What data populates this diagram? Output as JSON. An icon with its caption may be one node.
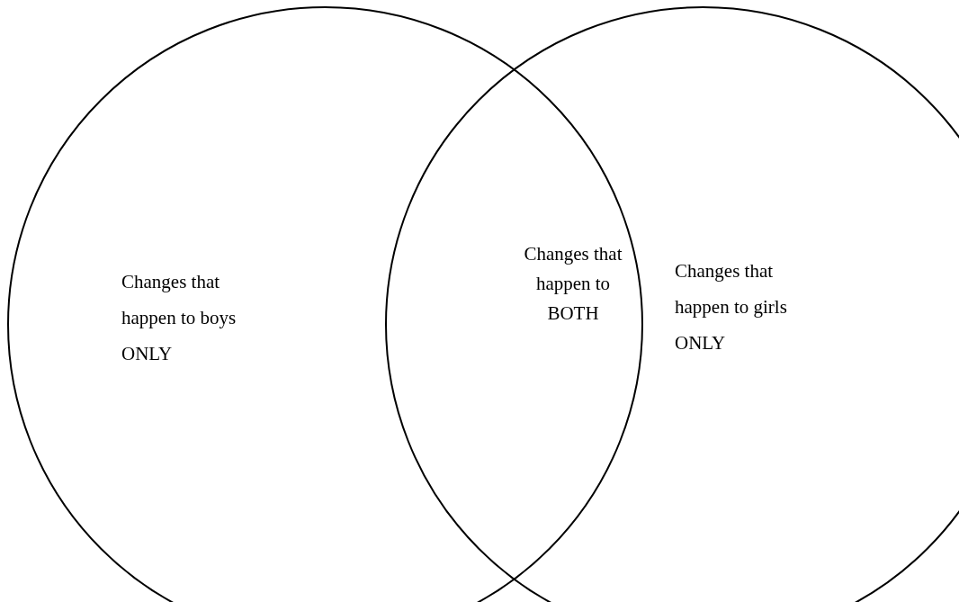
{
  "diagram": {
    "nodes": [
      {
        "text": [
          "Changes that happen to boys ONLY"
        ]
      },
      {
        "text": [
          "Changes that happen to girls ONLY"
        ]
      }
    ],
    "labels": [
      "Changes that happen to BOTH"
    ]
  }
}
